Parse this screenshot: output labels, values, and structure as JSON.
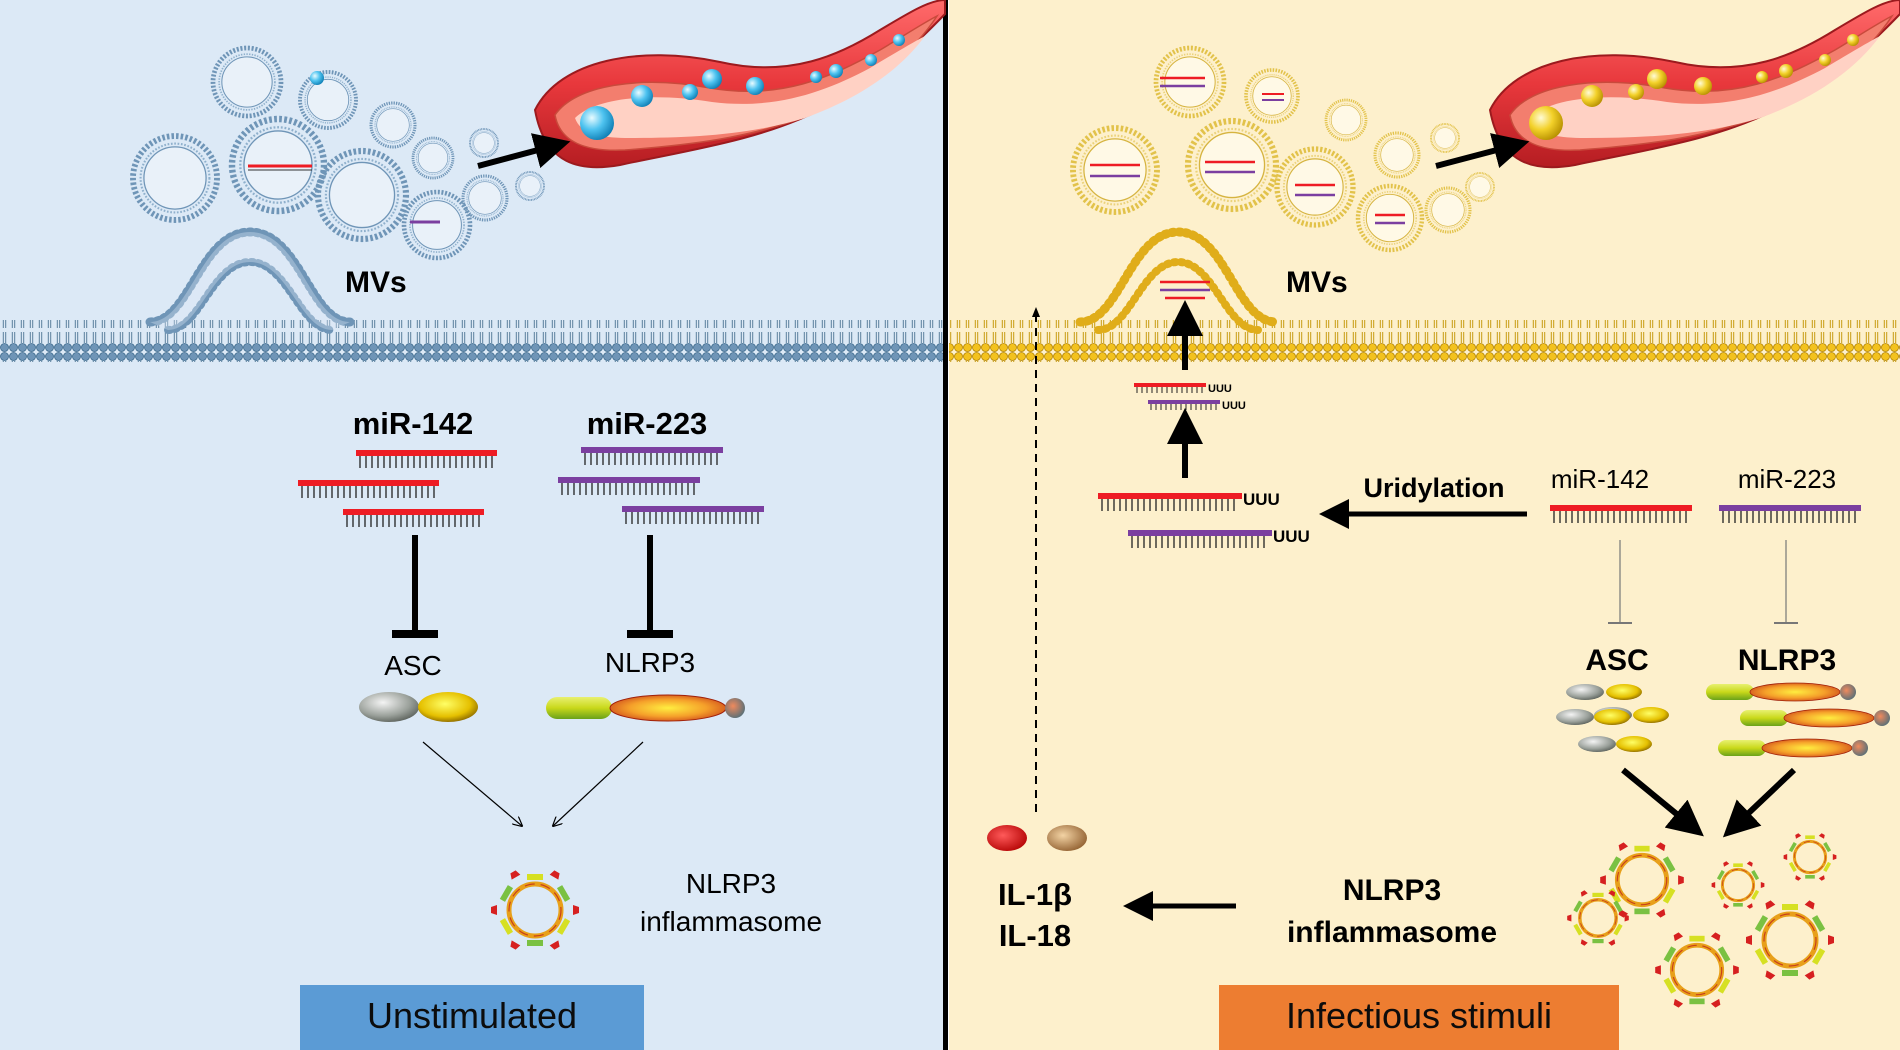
{
  "left": {
    "mvs_label": "MVs",
    "mir_a": "miR-142",
    "mir_b": "miR-223",
    "target_a": "ASC",
    "target_b": "NLRP3",
    "complex_line1": "NLRP3",
    "complex_line2": "inflammasome",
    "state_label": "Unstimulated"
  },
  "right": {
    "mvs_label": "MVs",
    "mir_a": "miR-142",
    "mir_b": "miR-223",
    "uridylation": "Uridylation",
    "tail": "UUU",
    "target_a": "ASC",
    "target_b": "NLRP3",
    "complex_line1": "NLRP3",
    "complex_line2": "inflammasome",
    "cytokine_a": "IL-1β",
    "cytokine_b": "IL-18",
    "state_label": "Infectious stimuli"
  },
  "colors": {
    "left_bg": "#dce9f6",
    "right_bg": "#fdf0cc",
    "mir142": "#ee1c24",
    "mir223": "#7b3fa0",
    "left_membrane": "#4d7fa4",
    "right_membrane": "#e0ad1a",
    "left_badge": "#5b9bd5",
    "right_badge": "#ed7d31",
    "vessel": "#e8383c"
  }
}
